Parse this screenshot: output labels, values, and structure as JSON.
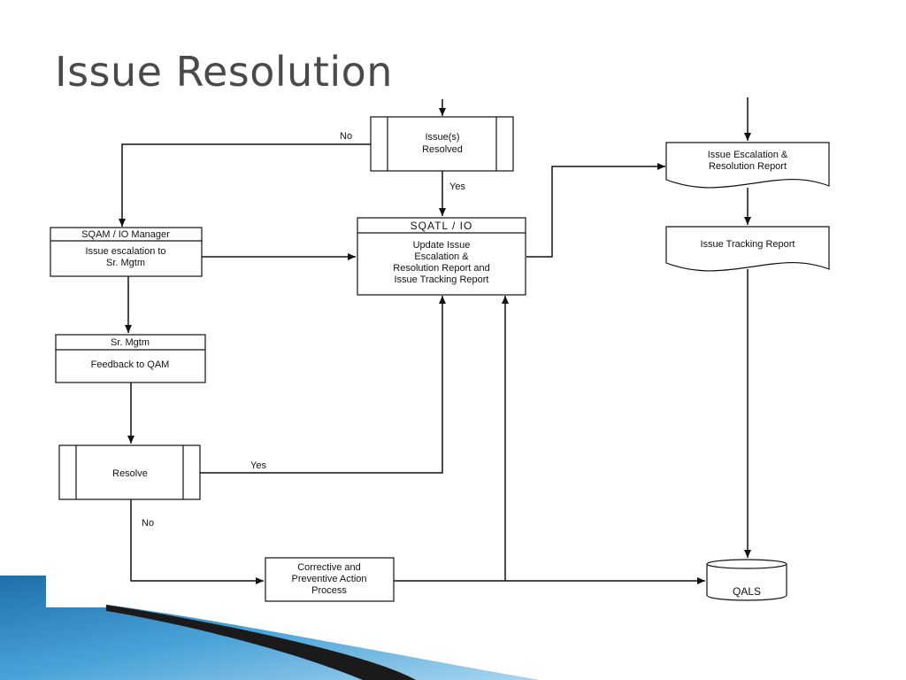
{
  "slide": {
    "title": "Issue Resolution"
  },
  "flowchart": {
    "issues_resolved": {
      "line1": "Issue(s)",
      "line2": "Resolved"
    },
    "sqam_box": {
      "header": "SQAM / IO Manager",
      "line1": "Issue escalation to",
      "line2": "Sr. Mgtm"
    },
    "sqatl_box": {
      "header": "SQATL / IO",
      "line1": "Update Issue",
      "line2": "Escalation &",
      "line3": "Resolution Report and",
      "line4": "Issue Tracking Report"
    },
    "srmgtm_box": {
      "header": "Sr. Mgtm",
      "body": "Feedback to QAM"
    },
    "resolve_box": {
      "label": "Resolve"
    },
    "capa_box": {
      "line1": "Corrective and",
      "line2": "Preventive Action",
      "line3": "Process"
    },
    "escalation_report": {
      "line1": "Issue Escalation &",
      "line2": "Resolution Report"
    },
    "tracking_report": {
      "label": "Issue Tracking Report"
    },
    "qals_db": {
      "label": "QALS"
    },
    "edge_labels": {
      "issues_no": "No",
      "issues_yes": "Yes",
      "resolve_yes": "Yes",
      "resolve_no": "No"
    }
  },
  "colors": {
    "title": "#4a4a4a",
    "line": "#111111",
    "corner_accent": "#3a8fc4"
  }
}
